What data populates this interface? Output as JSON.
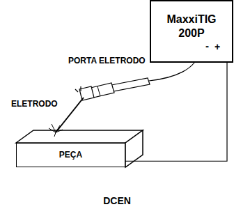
{
  "diagram": {
    "nodes": [
      {
        "text": [
          "MaxxiTIG 200P"
        ]
      },
      {
        "text": [
          "PEÇA"
        ]
      }
    ],
    "edges": [
      {
        "from": 0,
        "to": 1,
        "arrow": "none"
      }
    ],
    "labels": [
      "PORTA ELETRODO",
      "ELETRODO",
      "DCEN",
      "-",
      "+"
    ]
  }
}
